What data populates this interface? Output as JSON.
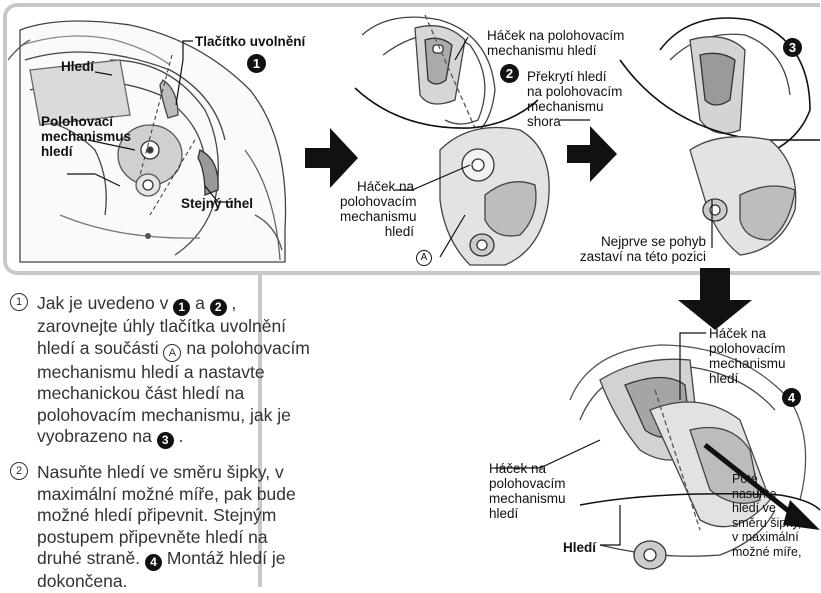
{
  "labels": {
    "release_button": "Tlačítko uvolnění",
    "visor": "Hledí",
    "pivot_mechanism": "Polohovací\nmechanismus\nhledí",
    "same_angle": "Stejný úhel",
    "hook_on_pivot_top": "Háček na polohovacím\nmechanismu hledí",
    "overlap_from_top": "Překrytí hledí\nna polohovacím\nmechanismu\nshora",
    "hook_on_pivot_left": "Háček na\npolohovacím\nmechanismu\nhledí",
    "part_a": "A",
    "first_stops": "Nejprve se pohyb\nzastaví na této pozici",
    "hook_on_pivot_right": "Háček na\npolohovacím\nmechanismu\nhledí",
    "hook_on_pivot_bottom": "Háček na\npolohovacím\nmechanismu\nhledí",
    "slide_visor": "Poté\nnasuňte\nhledí ve\nsměru šipky,\nv maximální\nmožné míře,",
    "visor_bottom": "Hledí"
  },
  "badges": [
    "1",
    "2",
    "3",
    "4"
  ],
  "steps": [
    {
      "number": "1",
      "parts": [
        "Jak je uvedeno v ",
        "1",
        " a ",
        "2",
        " , zarovnejte úhly tlačítka uvolnění hledí a součásti ",
        "A",
        " na polohovacím mechanismu hledí a nastavte mechanickou část hledí na polohovacím mechanismu, jak je vyobrazeno na ",
        "3",
        " ."
      ]
    },
    {
      "number": "2",
      "parts": [
        "Nasuňte hledí ve směru šipky, v maximální možné míře, pak bude možné hledí připevnit. Stejným postupem připevněte hledí na druhé straně. ",
        "4",
        " Montáž hledí je dokončena."
      ]
    }
  ]
}
